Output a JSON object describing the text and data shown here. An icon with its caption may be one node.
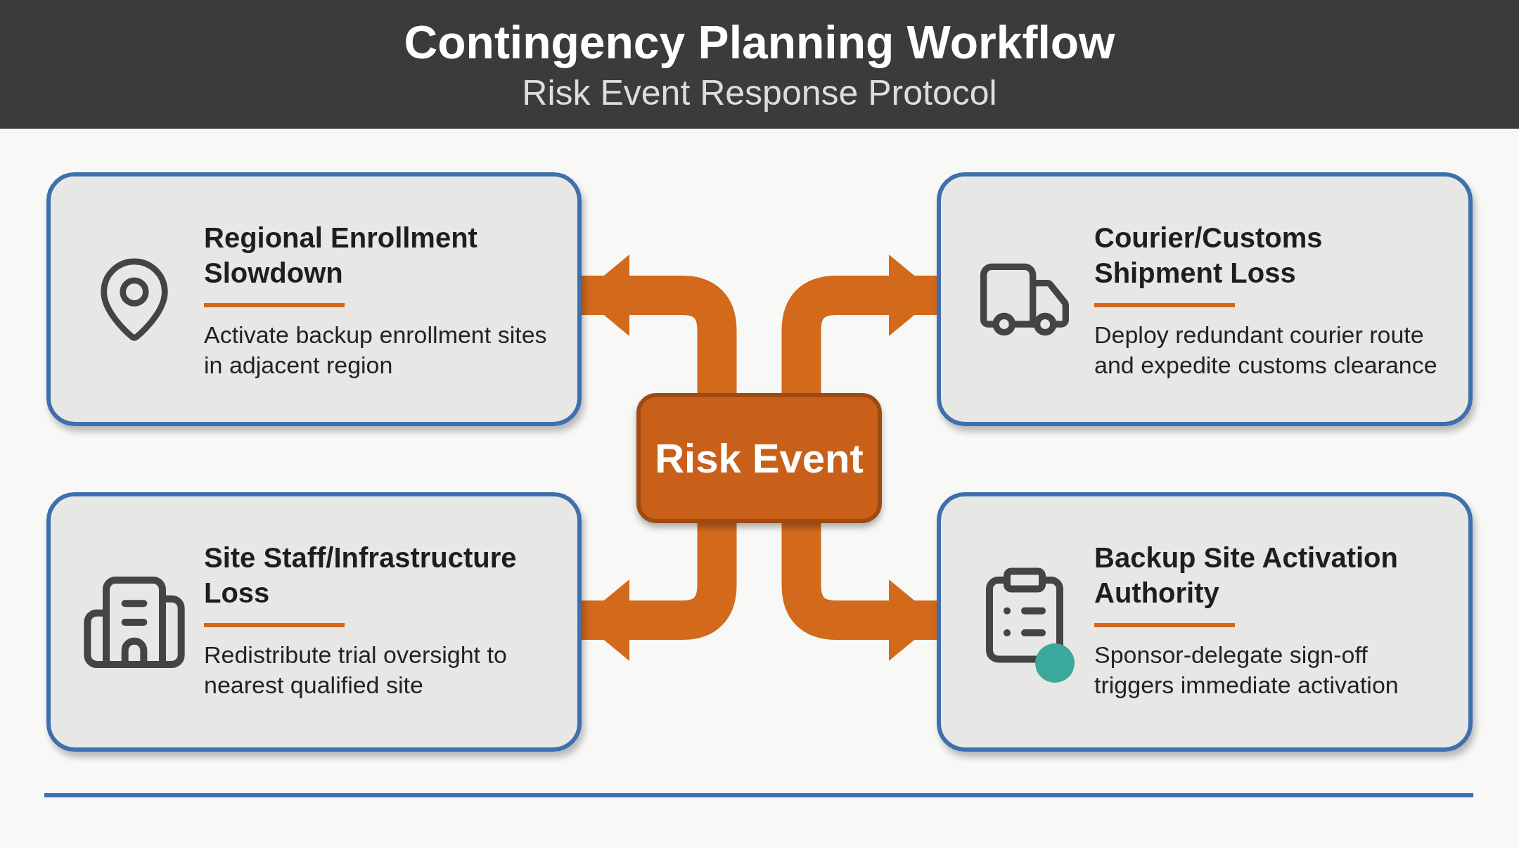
{
  "diagram": {
    "title": "Contingency Planning Workflow",
    "caption": "Risk Event Response Protocol",
    "nodes": [
      {
        "text": [
          "Regional Enrollment Slowdown",
          "Activate backup enrollment sites in adjacent region"
        ]
      },
      {
        "text": [
          "Courier/Customs Shipment Loss",
          "Deploy redundant courier route and expedite customs clearance"
        ]
      },
      {
        "text": [
          "Risk Event"
        ]
      },
      {
        "text": [
          "Site Staff/Infrastructure Loss",
          "Redistribute trial oversight to nearest qualified site"
        ]
      },
      {
        "text": [
          "Backup Site Activation Authority",
          "Sponsor-delegate sign-off triggers immediate activation"
        ]
      }
    ],
    "edges": [
      {
        "from": 2,
        "to": 0,
        "arrow": "to"
      },
      {
        "from": 2,
        "to": 1,
        "arrow": "to"
      },
      {
        "from": 2,
        "to": 3,
        "arrow": "to"
      },
      {
        "from": 2,
        "to": 4,
        "arrow": "to"
      }
    ]
  }
}
